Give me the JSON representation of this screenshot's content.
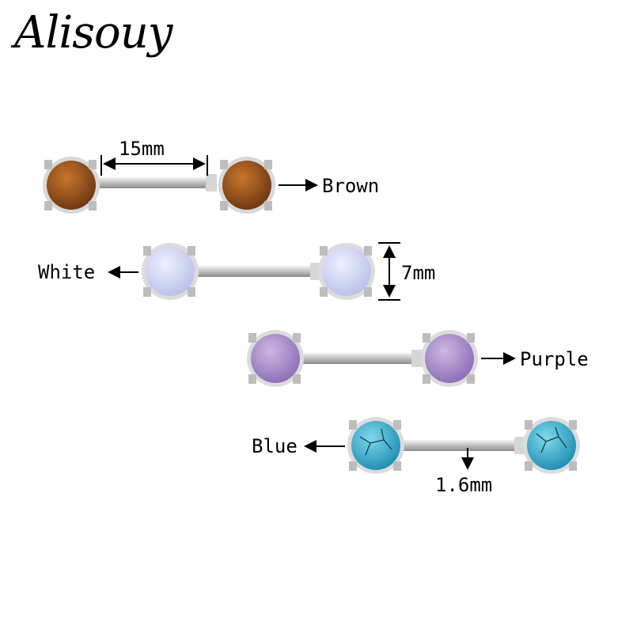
{
  "brand": {
    "logo_text": "Alisouy"
  },
  "product": {
    "variants": [
      {
        "color_name": "Brown",
        "stone_color": "#8a4a1c",
        "stone_highlight": "#c9762c"
      },
      {
        "color_name": "White",
        "stone_color": "#c8cdf0",
        "stone_highlight": "#e8ebfb"
      },
      {
        "color_name": "Purple",
        "stone_color": "#a486c8",
        "stone_highlight": "#c7b0de"
      },
      {
        "color_name": "Blue",
        "stone_color": "#2ea7c8",
        "stone_highlight": "#6cd3e8"
      }
    ],
    "dimensions": {
      "bar_length": "15mm",
      "ball_diameter": "7mm",
      "bar_thickness": "1.6mm"
    }
  }
}
